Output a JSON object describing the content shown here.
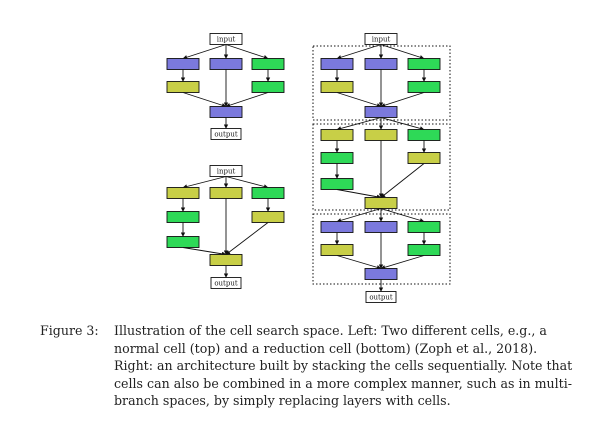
{
  "figure": {
    "node_labels": {
      "input": "input",
      "output": "output"
    },
    "colors": {
      "blue": "#7b79dd",
      "green": "#2ed957",
      "yellow": "#c8cf47",
      "stroke": "#111111"
    }
  },
  "caption": {
    "label": "Figure 3:",
    "text": "Illustration of the cell search space. Left: Two different cells, e.g., a normal cell (top) and a reduction cell (bottom) (Zoph et al., 2018). Right: an architecture built by stacking the cells sequentially. Note that cells can also be combined in a more complex manner, such as in multi-branch spaces, by simply replacing layers with cells."
  }
}
